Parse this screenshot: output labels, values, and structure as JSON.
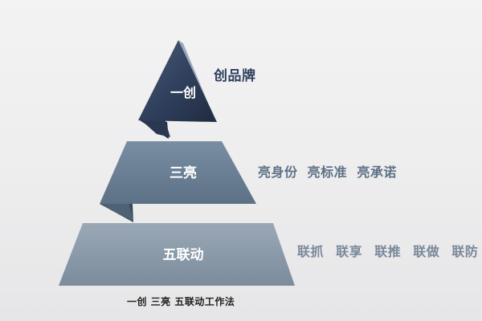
{
  "pyramid": {
    "top": {
      "label": "一创",
      "side_text": "创品牌",
      "color": "#31415e"
    },
    "middle": {
      "label": "三亮",
      "side_items": [
        "亮身份",
        "亮标准",
        "亮承诺"
      ],
      "color": "#677c91"
    },
    "bottom": {
      "label": "五联动",
      "side_items": [
        "联抓",
        "联享",
        "联推",
        "联做",
        "联防"
      ],
      "color": "#8797a6"
    }
  },
  "caption": "一创  三亮  五联动工作法"
}
